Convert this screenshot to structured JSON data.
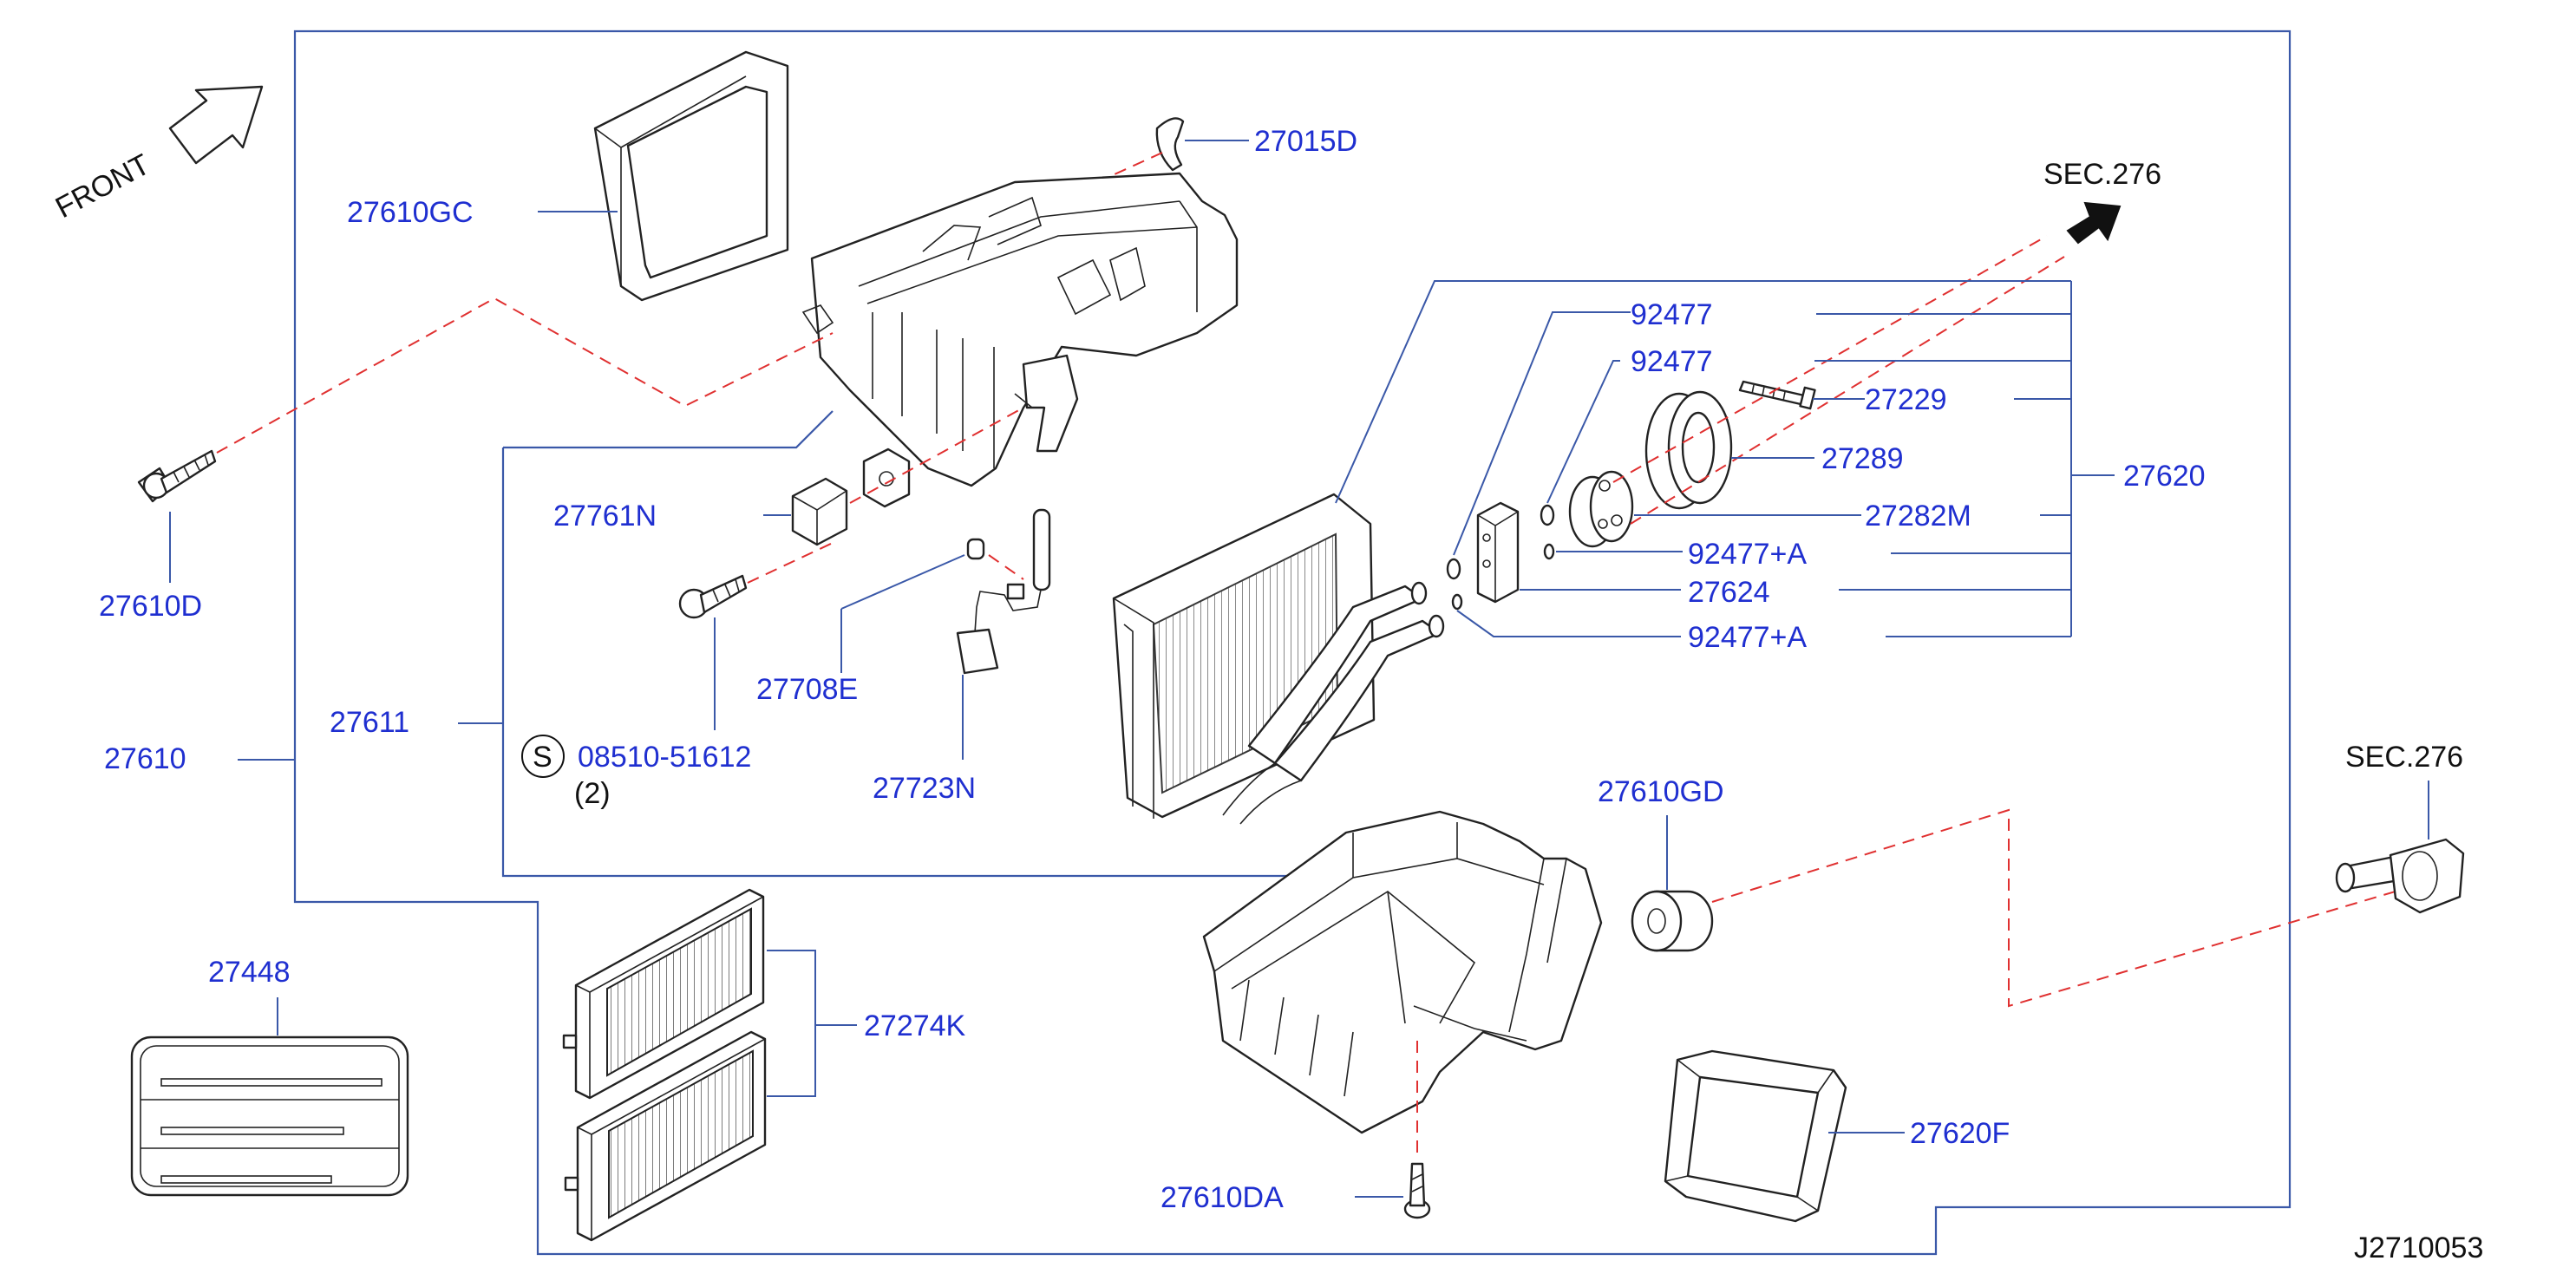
{
  "diagram": {
    "front_label": "FRONT",
    "drawing_code": "J2710053",
    "sec_upper": "SEC.276",
    "sec_lower": "SEC.276",
    "parts": {
      "p27015D": "27015D",
      "p27610GC": "27610GC",
      "p27610D": "27610D",
      "p27761N": "27761N",
      "p27708E": "27708E",
      "p27611": "27611",
      "p27610": "27610",
      "p08510_51612": "08510-51612",
      "qty_2": "(2)",
      "s_mark": "S",
      "p27723N": "27723N",
      "p92477_a": "92477",
      "p92477_b": "92477",
      "p27229": "27229",
      "p27289": "27289",
      "p27620": "27620",
      "p27282M": "27282M",
      "p92477A_a": "92477+A",
      "p27624": "27624",
      "p92477A_b": "92477+A",
      "p27610GD": "27610GD",
      "p27448": "27448",
      "p27274K": "27274K",
      "p27620F": "27620F",
      "p27610DA": "27610DA"
    }
  }
}
